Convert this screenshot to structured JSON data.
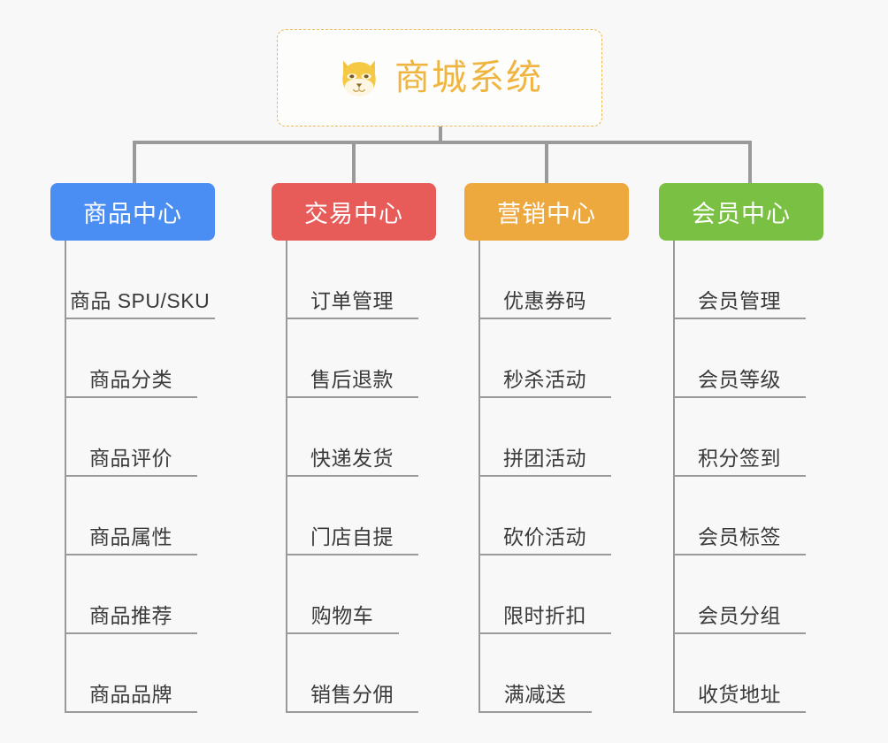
{
  "root": {
    "title": "商城系统",
    "icon": "shiba-dog-face-icon",
    "border_color": "#e9b852",
    "title_color": "#efb540"
  },
  "connector_color": "#9a9a9a",
  "columns": [
    {
      "id": "product-center",
      "header": "商品中心",
      "color": "#4a8ef4",
      "items": [
        "商品 SPU/SKU",
        "商品分类",
        "商品评价",
        "商品属性",
        "商品推荐",
        "商品品牌"
      ]
    },
    {
      "id": "trade-center",
      "header": "交易中心",
      "color": "#e75b58",
      "items": [
        "订单管理",
        "售后退款",
        "快递发货",
        "门店自提",
        "购物车",
        "销售分佣"
      ]
    },
    {
      "id": "marketing-center",
      "header": "营销中心",
      "color": "#eda93e",
      "items": [
        "优惠券码",
        "秒杀活动",
        "拼团活动",
        "砍价活动",
        "限时折扣",
        "满减送"
      ]
    },
    {
      "id": "member-center",
      "header": "会员中心",
      "color": "#7ac143",
      "items": [
        "会员管理",
        "会员等级",
        "积分签到",
        "会员标签",
        "会员分组",
        "收货地址"
      ]
    }
  ]
}
